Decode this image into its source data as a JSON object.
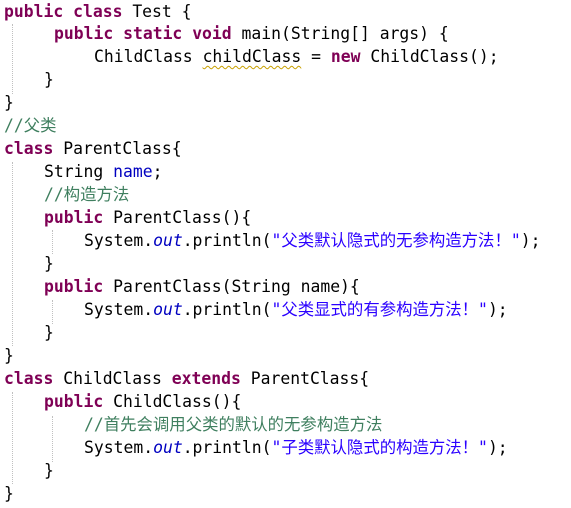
{
  "tokens": {
    "public": "public",
    "class": "class",
    "static": "static",
    "void": "void",
    "new": "new",
    "extends": "extends",
    "Test": "Test",
    "open_brace": " {",
    "main_sig": "main(String[] args) {",
    "ChildClass": "ChildClass",
    "childClass_var": "childClass",
    "new_call": "ChildClass();",
    "ParentClass": "ParentClass",
    "ParentClass_brace": "ParentClass{",
    "String": "String",
    "name": "name",
    "semicolon": ";",
    "ctor_noargs": "ParentClass(){",
    "ctor_args": "ParentClass(String name){",
    "child_ctor": "ChildClass(){",
    "system": "System.",
    "out": "out",
    "println": ".println(",
    "close_paren": ");",
    "close_brace": "}",
    "equals": " = "
  },
  "comments": {
    "parent_class": "//父类",
    "constructor": "//构造方法",
    "child_ctor": "//首先会调用父类的默认的无参构造方法"
  },
  "strings": {
    "implicit_noarg": "\"父类默认隐式的无参构造方法！\"",
    "explicit_arg": "\"父类显式的有参构造方法！\"",
    "child_implicit": "\"子类默认隐式的构造方法！\""
  },
  "colors": {
    "keyword": "#7f0055",
    "comment": "#3f7f5f",
    "string": "#2a00ff",
    "field": "#0000c0",
    "warning_underline": "#c8a000"
  }
}
